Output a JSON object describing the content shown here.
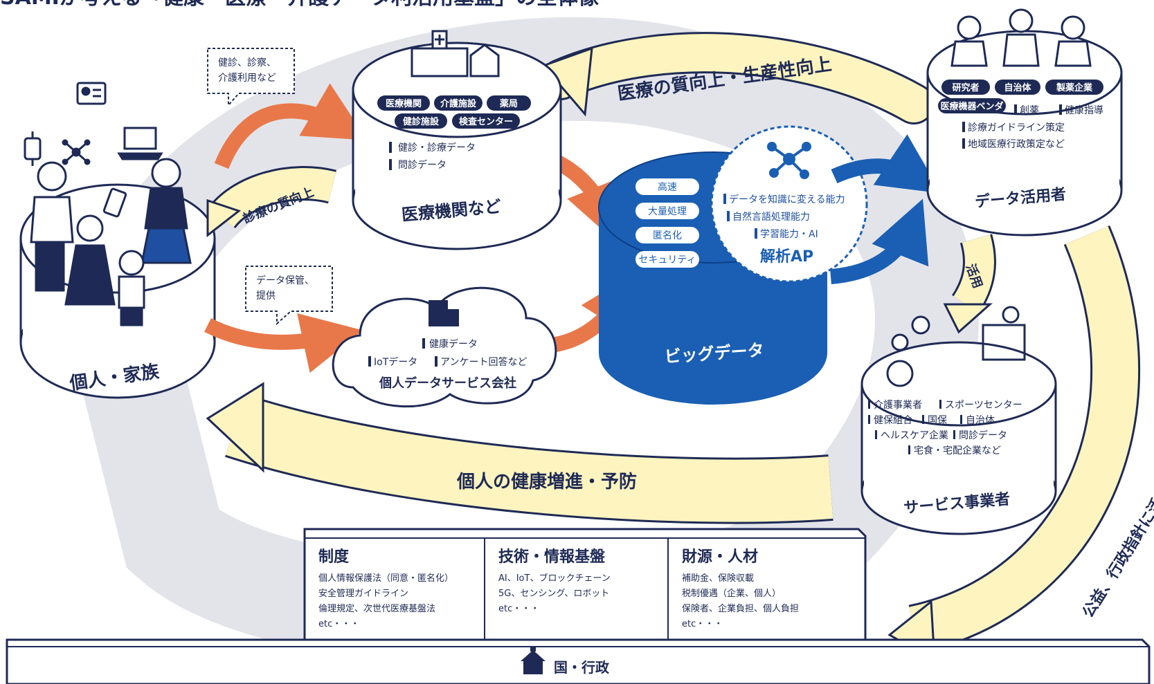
{
  "title": "SAMIが考える「健康・医療・介護データ利活用基盤」の全体像",
  "colors": {
    "navy": "#1e2a55",
    "blue": "#1a5fb4",
    "orange": "#e8784a",
    "cream": "#fdf4bf",
    "gray": "#e3e4ea"
  },
  "icons": [
    "hospital-icon",
    "care-facility-icon",
    "id-card-icon",
    "smartwatch-icon",
    "network-icon",
    "laptop-icon",
    "smartphone-icon",
    "office-building-icon",
    "network-nodes-icon",
    "government-building-icon"
  ],
  "bubbles": {
    "checkup": "健診、診察、\n介護利用など",
    "storage": "データ保管、\n提供"
  },
  "individual": {
    "label": "個人・家族"
  },
  "medical": {
    "tags": [
      "医療機関",
      "介護施設",
      "薬局",
      "健診施設",
      "検査センター"
    ],
    "items": [
      "健診・診療データ",
      "問診データ"
    ],
    "label": "医療機関など"
  },
  "personal_service": {
    "items": [
      "健康データ",
      "IoTデータ",
      "アンケート回答など"
    ],
    "label": "個人データサービス会社"
  },
  "bigdata": {
    "features": [
      "高速",
      "大量処理",
      "匿名化",
      "セキュリティ"
    ],
    "capabilities": [
      "データを知識に変える能力",
      "自然言語処理能力",
      "学習能力・AI"
    ],
    "analysis_label": "解析AP",
    "label": "ビッグデータ"
  },
  "users": {
    "tags": [
      "研究者",
      "自治体",
      "製薬企業",
      "医療機器ベンダ"
    ],
    "items": [
      "創薬",
      "健康指導",
      "診療ガイドライン策定",
      "地域医療行政策定など"
    ],
    "label": "データ活用者"
  },
  "providers": {
    "items": [
      "介護事業者",
      "スポーツセンター",
      "健保組合",
      "国保",
      "自治体",
      "ヘルスケア企業",
      "問診データ",
      "宅食・宅配企業など"
    ],
    "label": "サービス事業者"
  },
  "arrows": {
    "quality_productivity": "医療の質向上・生産性向上",
    "care_quality": "診療の質向上",
    "health_promotion": "個人の健康増進・予防",
    "use": "活用",
    "public_policy": "公益、行政指針に活用"
  },
  "foundation": [
    {
      "title": "制度",
      "lines": [
        "個人情報保護法（同意・匿名化）",
        "安全管理ガイドライン",
        "倫理規定、次世代医療基盤法",
        "etc・・・"
      ]
    },
    {
      "title": "技術・情報基盤",
      "lines": [
        "AI、IoT、ブロックチェーン",
        "5G、センシング、ロボット",
        "etc・・・"
      ]
    },
    {
      "title": "財源・人材",
      "lines": [
        "補助金、保険収載",
        "税制優遇（企業、個人）",
        "保険者、企業負担、個人負担",
        "etc・・・"
      ]
    }
  ],
  "government": {
    "label": "国・行政"
  }
}
